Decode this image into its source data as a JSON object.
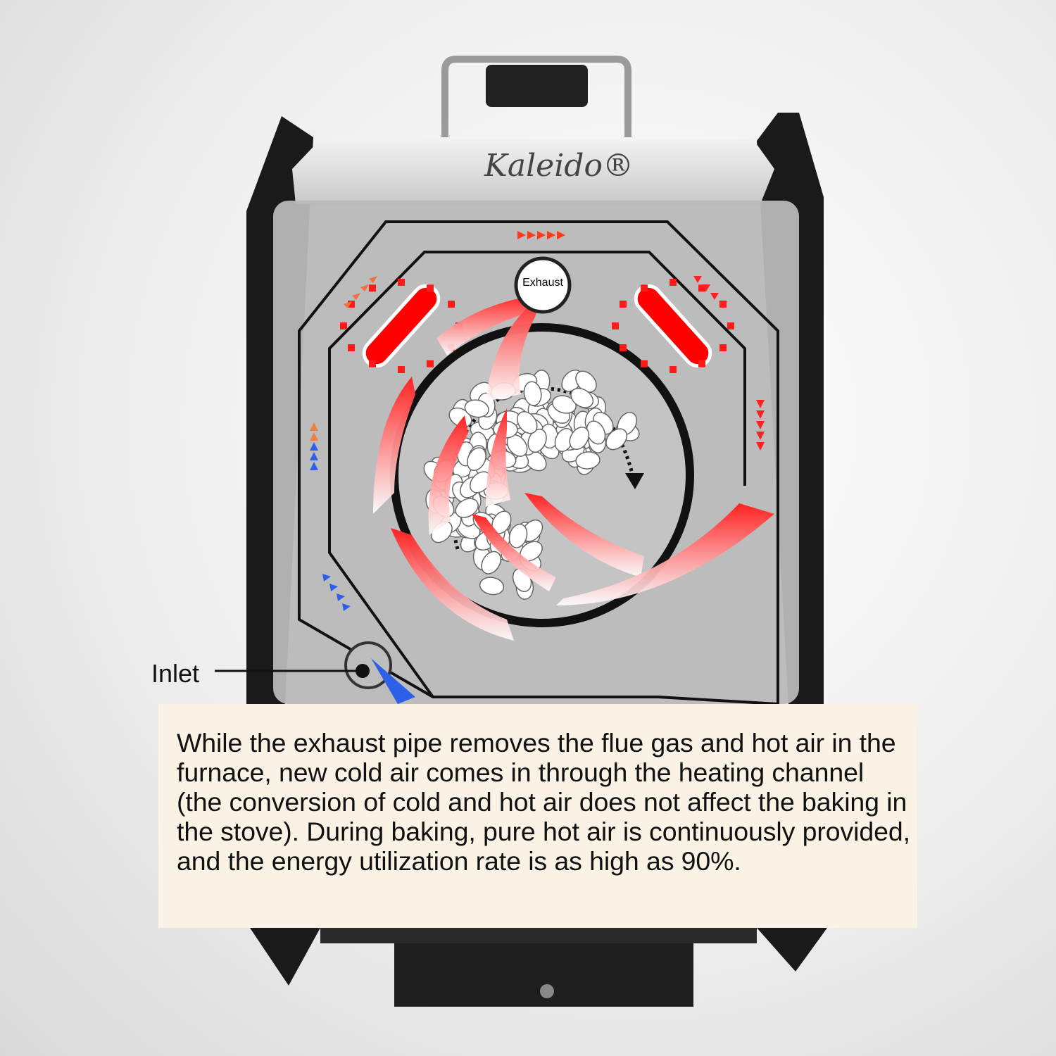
{
  "brand": {
    "logo": "Kaleido®"
  },
  "labels": {
    "exhaust": "Exhaust",
    "inlet": "Inlet"
  },
  "caption": {
    "text": "While the exhaust pipe removes the flue gas and hot air in the furnace, new cold air comes in through the heating channel (the conversion of cold and hot air does not affect the baking in the stove). During baking, pure hot air is continuously provided, and the energy utilization rate is as high as 90%."
  },
  "colors": {
    "hot_air": "#ff2a2a",
    "cold_air": "#2e5fe8",
    "heater": "#ff0000",
    "caption_bg": "#faf3e5",
    "body": "#1b1b1b",
    "panel": "#b9b9b9"
  }
}
